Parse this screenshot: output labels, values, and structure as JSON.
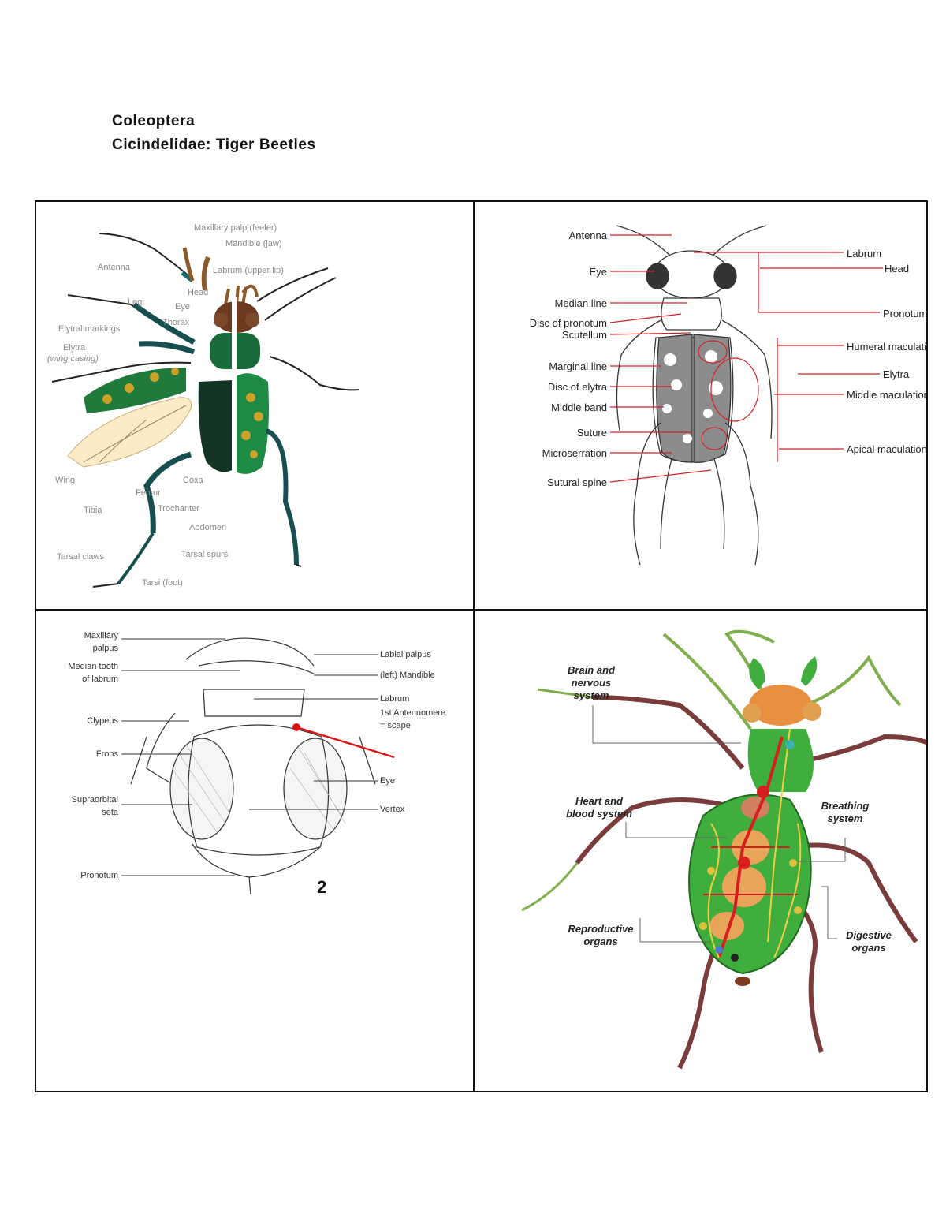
{
  "header": {
    "order": "Coleoptera",
    "family": "Cicindelidae: Tiger Beetles"
  },
  "panel_external": {
    "labels": {
      "maxillary_palp": "Maxillary palp (feeler)",
      "mandible": "Mandible (jaw)",
      "antenna": "Antenna",
      "labrum": "Labrum (upper lip)",
      "head": "Head",
      "leg": "Leg",
      "eye": "Eye",
      "thorax": "Thorax",
      "elytral_markings": "Elytral markings",
      "elytra": "Elytra",
      "elytra_note": "(wing casing)",
      "wing": "Wing",
      "femur": "Femur",
      "coxa": "Coxa",
      "tibia": "Tibia",
      "trochanter": "Trochanter",
      "abdomen": "Abdomen",
      "tarsal_claws": "Tarsal claws",
      "tarsal_spurs": "Tarsal spurs",
      "tarsi": "Tarsi (foot)"
    },
    "colors": {
      "body": "#1f7a3c",
      "spots": "#c9a227",
      "legs": "#174e50",
      "wing": "#fbebc7",
      "label": "#8a8a8a"
    }
  },
  "panel_dorsal": {
    "left_labels": [
      "Antenna",
      "Eye",
      "Median line",
      "Disc of pronotum",
      "Scutellum",
      "Marginal line",
      "Disc of elytra",
      "Middle band",
      "Suture",
      "Microserration",
      "Sutural spine"
    ],
    "right_labels": [
      "Labrum",
      "Head",
      "Pronotum",
      "Humeral maculation",
      "Elytra",
      "Middle maculation",
      "Apical maculation"
    ],
    "colors": {
      "leader": "#d62020",
      "elytra_fill": "#8c8c8c"
    }
  },
  "panel_head": {
    "left_labels": [
      "Maxillary",
      "palpus",
      "Median tooth",
      "of labrum",
      "Clypeus",
      "Frons",
      "Supraorbital",
      "seta",
      "Pronotum"
    ],
    "right_labels": [
      "Labial palpus",
      "(left) Mandible",
      "Labrum",
      "1st Antennomere",
      "= scape",
      "Eye",
      "Vertex"
    ],
    "figure_number": "2",
    "colors": {
      "pointer": "#e01010"
    }
  },
  "panel_internal": {
    "labels": {
      "brain_1": "Brain and",
      "brain_2": "nervous",
      "brain_3": "system",
      "heart_1": "Heart and",
      "heart_2": "blood system",
      "breathing_1": "Breathing",
      "breathing_2": "system",
      "repro_1": "Reproductive",
      "repro_2": "organs",
      "digest_1": "Digestive",
      "digest_2": "organs"
    },
    "colors": {
      "body": "#3fae3c",
      "legs": "#7a3b3b",
      "antenna": "#7fae4c",
      "organs": "#e8a55a",
      "vessel": "#d81e1e",
      "nerve": "#f0d040"
    }
  }
}
